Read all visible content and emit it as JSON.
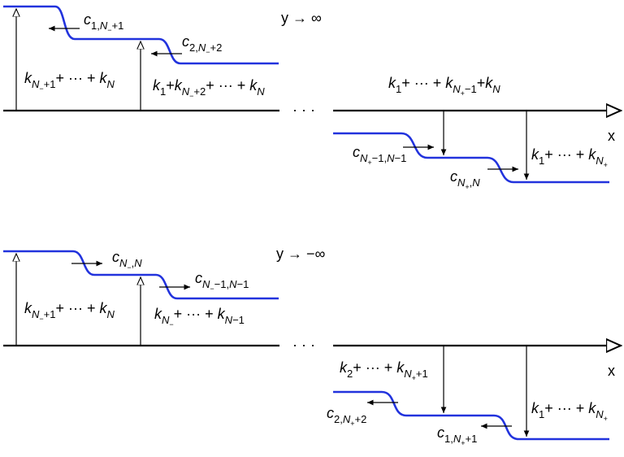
{
  "colors": {
    "curve": "#2233dd",
    "ink": "#000000"
  },
  "top": {
    "limit": "y → ∞",
    "ellipsis": "· · ·",
    "axis_x": "x",
    "left_height_label": "k_{N_-+1}+ ··· + k_N",
    "mid_height_label": "k_1+k_{N_-+2}+ ··· + k_N",
    "right_top_label": "k_1+ ··· + k_{N_+-1}+k_N",
    "right_height_label": "k_1+ ··· + k_{N_+}",
    "wave_labels": [
      "c_{1,N_-+1}",
      "c_{2,N_-+2}",
      "c_{N_+-1,N-1}",
      "c_{N_+,N}"
    ]
  },
  "bottom": {
    "limit": "y → −∞",
    "ellipsis": "· · ·",
    "axis_x": "x",
    "left_height_label": "k_{N_-+1}+ ··· + k_N",
    "mid_height_label": "k_{N_-}+ ··· + k_{N-1}",
    "right_top_label": "k_2+ ··· + k_{N_++1}",
    "right_height_label": "k_1+ ··· + k_{N_+}",
    "wave_labels": [
      "c_{N_-,N}",
      "c_{N_--1,N-1}",
      "c_{2,N_++2}",
      "c_{1,N_++1}"
    ]
  }
}
